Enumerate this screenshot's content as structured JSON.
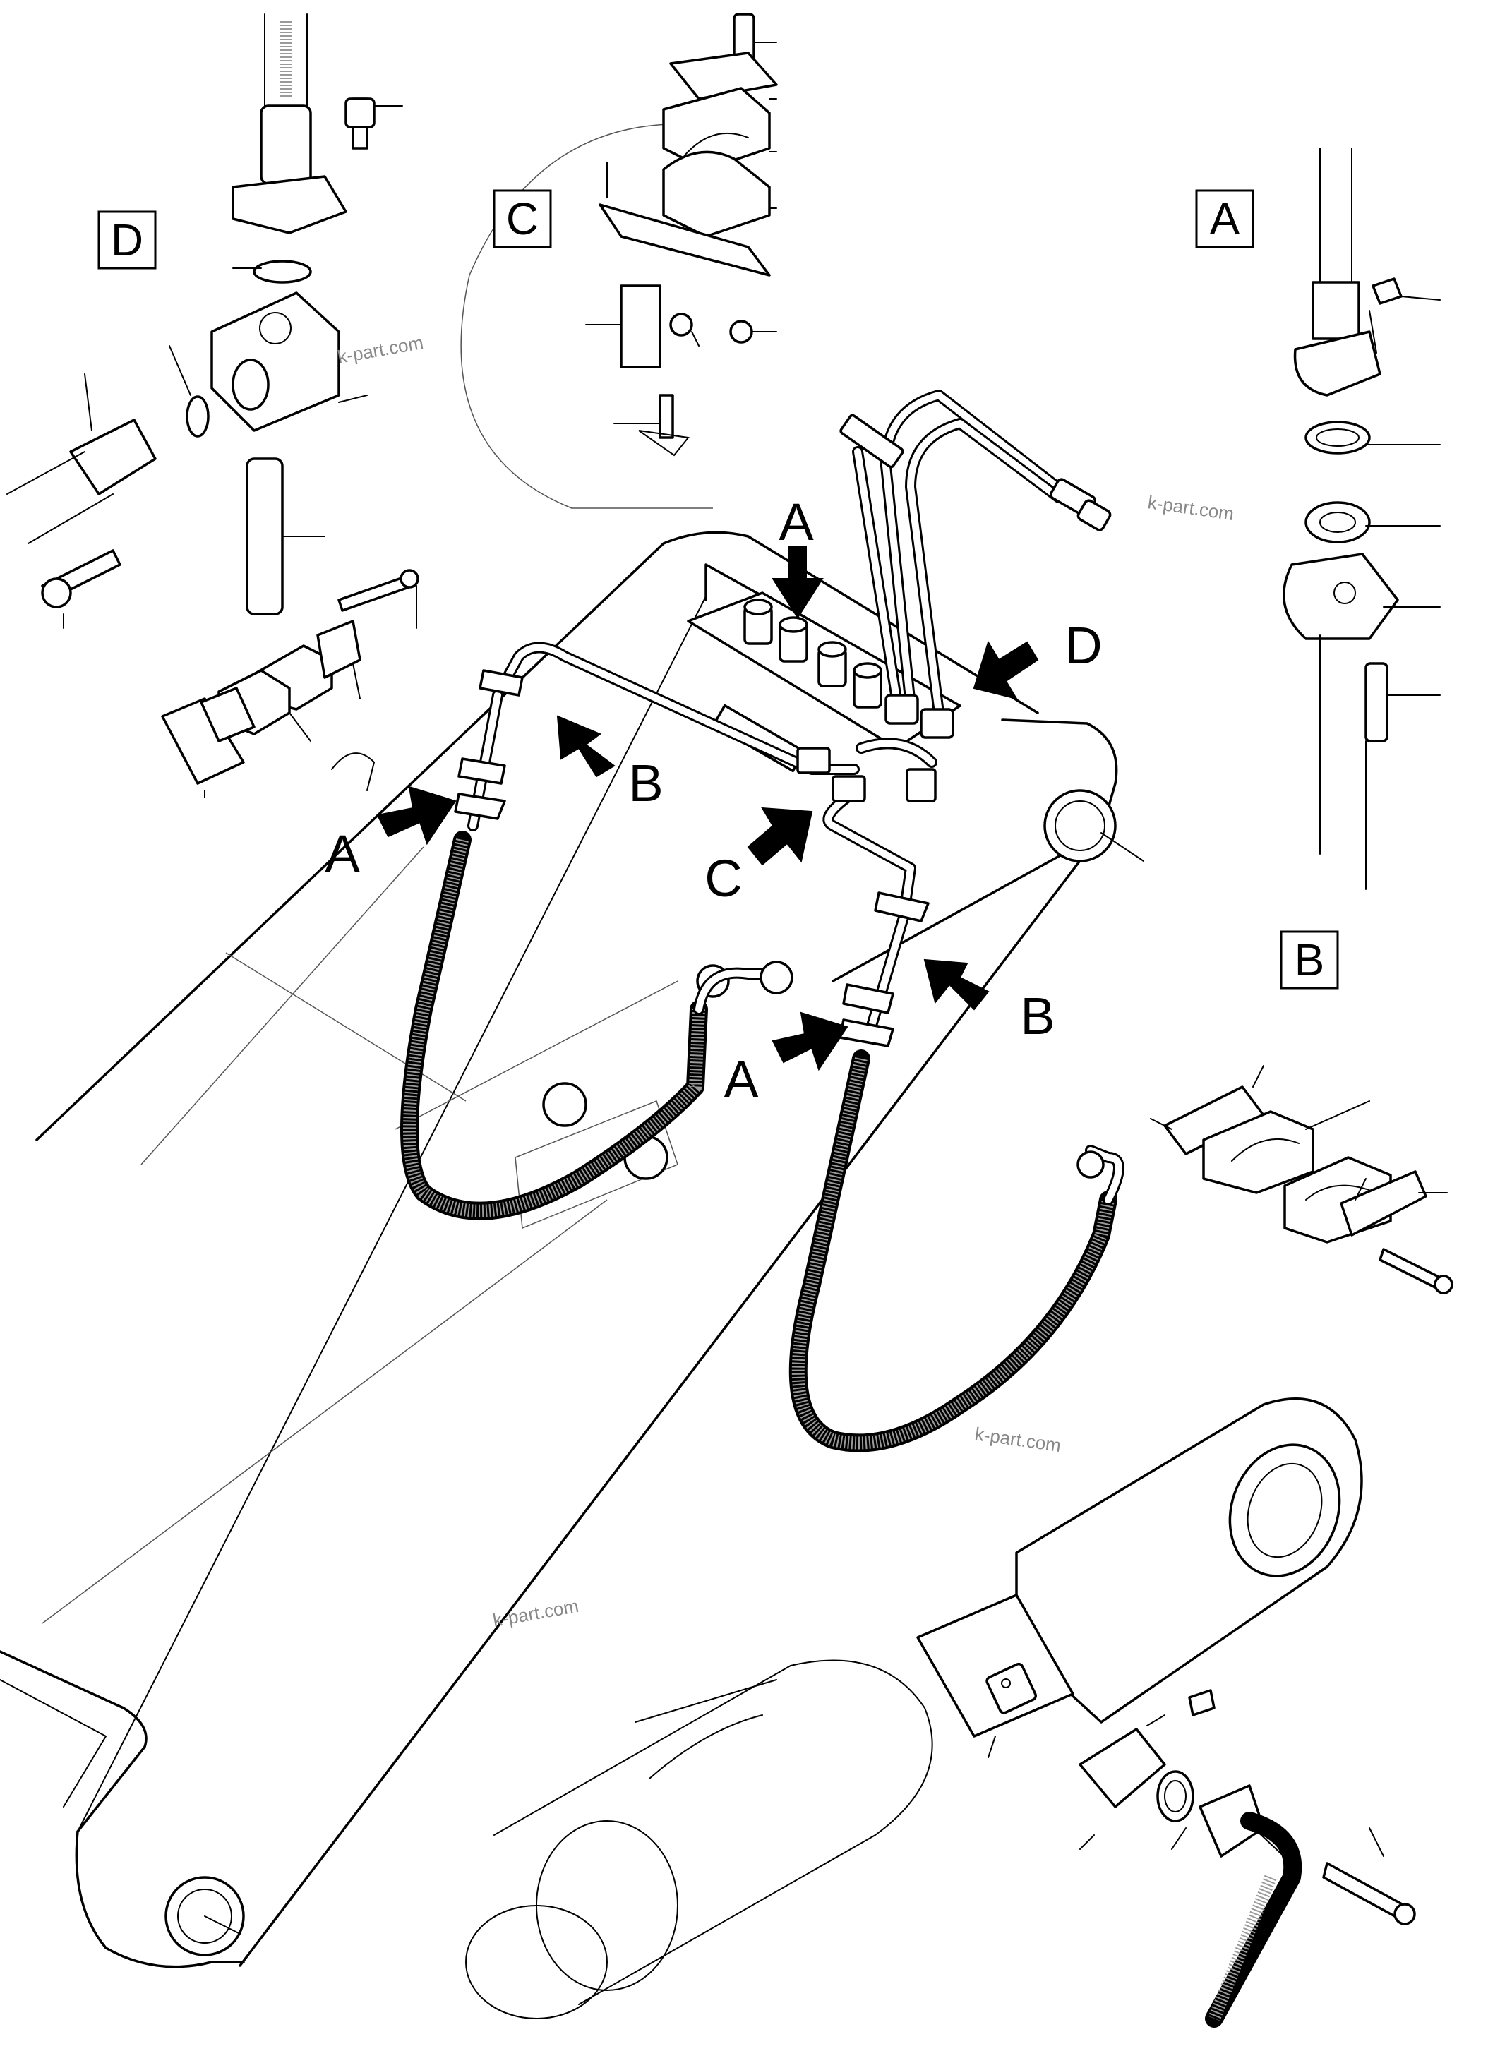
{
  "detail_labels": {
    "D": "D",
    "C": "C",
    "A": "A",
    "B": "B"
  },
  "arrow_labels": {
    "top_A": "A",
    "D": "D",
    "left_A": "A",
    "left_B": "B",
    "center_C": "C",
    "right_B": "B",
    "right_A": "A"
  },
  "watermark": "k-part.com"
}
